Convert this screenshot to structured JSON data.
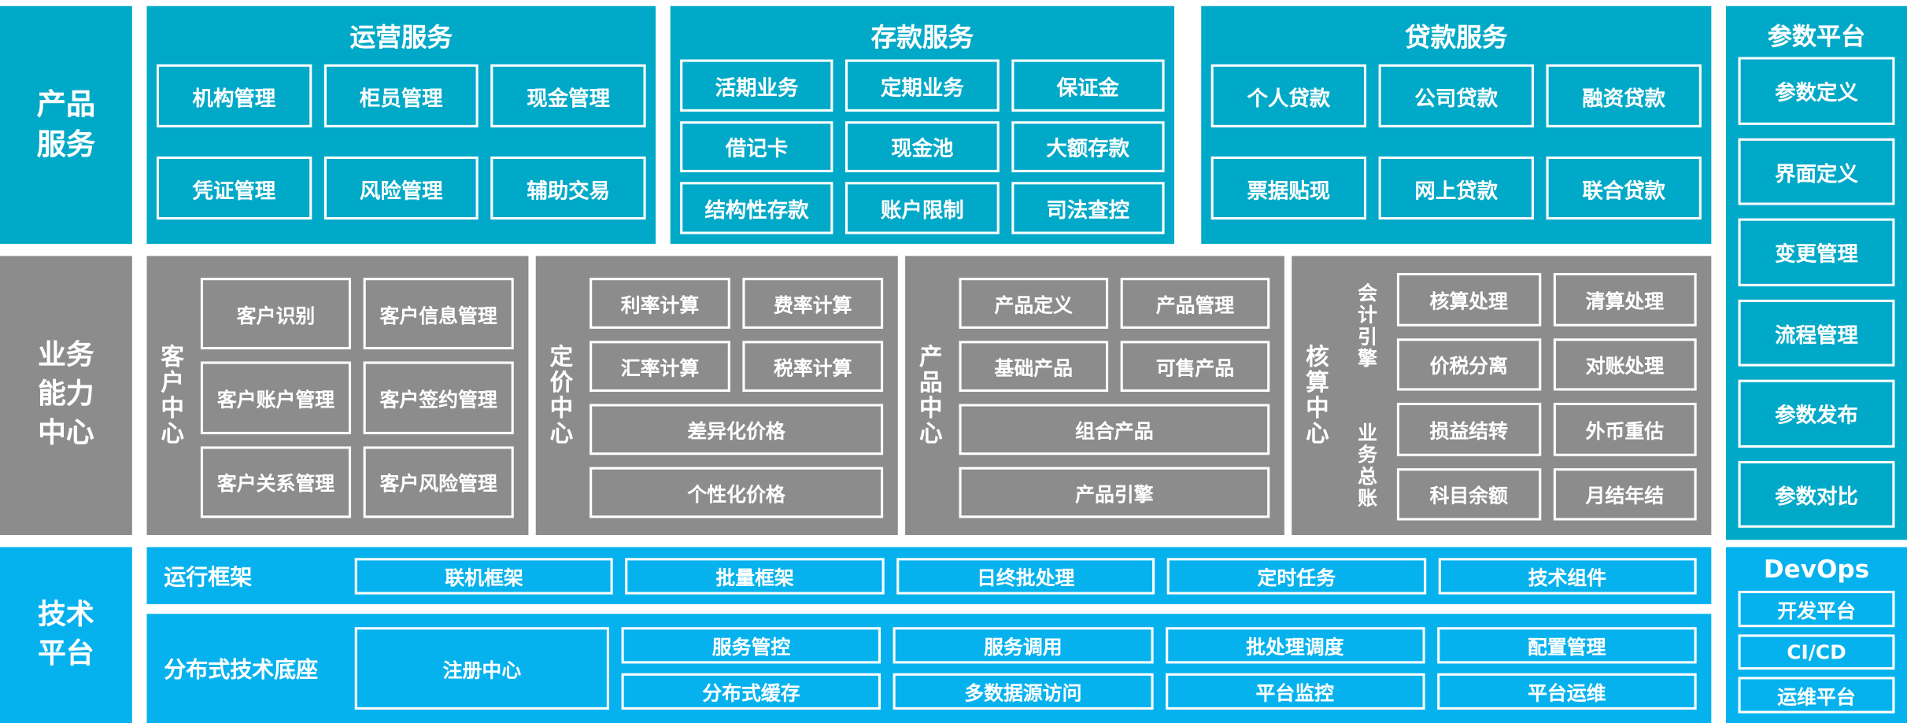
{
  "rows": {
    "product_services": {
      "sidebar_label_lines": [
        "产品",
        "服务"
      ],
      "groups": [
        {
          "title": "运营服务",
          "items": [
            "机构管理",
            "柜员管理",
            "现金管理",
            "凭证管理",
            "风险管理",
            "辅助交易"
          ]
        },
        {
          "title": "存款服务",
          "items": [
            "活期业务",
            "定期业务",
            "保证金",
            "借记卡",
            "现金池",
            "大额存款",
            "结构性存款",
            "账户限制",
            "司法查控"
          ]
        },
        {
          "title": "贷款服务",
          "items": [
            "个人贷款",
            "公司贷款",
            "融资贷款",
            "票据贴现",
            "网上贷款",
            "联合贷款"
          ]
        }
      ]
    },
    "business_capability": {
      "sidebar_label_lines": [
        "业务",
        "能力",
        "中心"
      ],
      "centers": [
        {
          "name": "客户中心",
          "items": [
            "客户识别",
            "客户信息管理",
            "客户账户管理",
            "客户签约管理",
            "客户关系管理",
            "客户风险管理"
          ]
        },
        {
          "name": "定价中心",
          "items": [
            "利率计算",
            "费率计算",
            "汇率计算",
            "税率计算",
            "差异化价格",
            "个性化价格"
          ]
        },
        {
          "name": "产品中心",
          "items": [
            "产品定义",
            "产品管理",
            "基础产品",
            "可售产品",
            "组合产品",
            "产品引擎"
          ]
        },
        {
          "name": "核算中心",
          "sub_labels": [
            "会计引擎",
            "业务总账"
          ],
          "items": [
            "核算处理",
            "清算处理",
            "价税分离",
            "对账处理",
            "损益结转",
            "外币重估",
            "科目余额",
            "月结年结"
          ]
        }
      ]
    },
    "technology_platform": {
      "sidebar_label_lines": [
        "技术",
        "平台"
      ],
      "runtime_framework": {
        "name": "运行框架",
        "items": [
          "联机框架",
          "批量框架",
          "日终批处理",
          "定时任务",
          "技术组件"
        ]
      },
      "distributed_base": {
        "name": "分布式技术底座",
        "primary": "注册中心",
        "columns": [
          [
            "服务管控",
            "分布式缓存"
          ],
          [
            "服务调用",
            "多数据源访问"
          ],
          [
            "批处理调度",
            "平台监控"
          ],
          [
            "配置管理",
            "平台运维"
          ]
        ]
      }
    }
  },
  "parameter_platform": {
    "title": "参数平台",
    "items": [
      "参数定义",
      "界面定义",
      "变更管理",
      "流程管理",
      "参数发布",
      "参数对比"
    ]
  },
  "devops": {
    "title": "DevOps",
    "items": [
      "开发平台",
      "CI/CD",
      "运维平台"
    ]
  },
  "colors": {
    "teal": "#00a9c7",
    "gray": "#8c8c8c",
    "bright_blue": "#06b2ee",
    "border": "#ffffff",
    "background": "#ffffff"
  }
}
